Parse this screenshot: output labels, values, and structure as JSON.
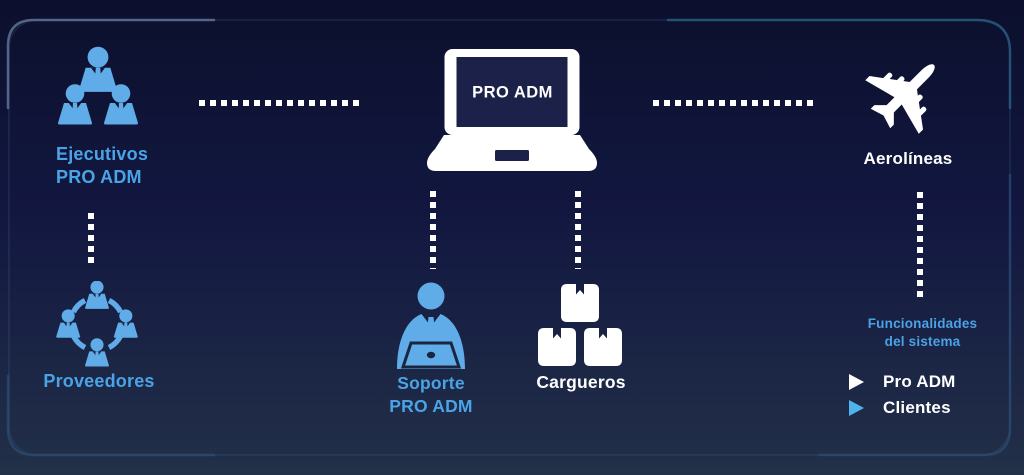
{
  "colors": {
    "background_top": "#0c102d",
    "background_bottom": "#223048",
    "accent_blue_text": "#4aa3e6",
    "icon_blue": "#5face9",
    "white": "#ffffff",
    "screen_navy": "#1b2148",
    "dash_white": "#ffffff",
    "frame_stroke": "#3f6a94",
    "frame_accent": "#5a6e90"
  },
  "nodes": {
    "ejecutivos": {
      "icon": "org-people-icon",
      "label_line1": "Ejecutivos",
      "label_line2": "PRO ADM"
    },
    "laptop": {
      "icon": "laptop-icon",
      "screen_text": "PRO ADM"
    },
    "aerolineas": {
      "icon": "airplane-icon",
      "label": "Aerolíneas"
    },
    "proveedores": {
      "icon": "people-circle-icon",
      "label": "Proveedores"
    },
    "soporte": {
      "icon": "support-agent-icon",
      "label_line1": "Soporte",
      "label_line2": "PRO ADM"
    },
    "cargueros": {
      "icon": "cargo-boxes-icon",
      "label": "Cargueros"
    }
  },
  "legend": {
    "title_line1": "Funcionalidades",
    "title_line2": "del sistema",
    "items": [
      {
        "label": "Pro ADM",
        "marker_color": "#ffffff"
      },
      {
        "label": "Clientes",
        "marker_color": "#4fb4ee"
      }
    ]
  }
}
